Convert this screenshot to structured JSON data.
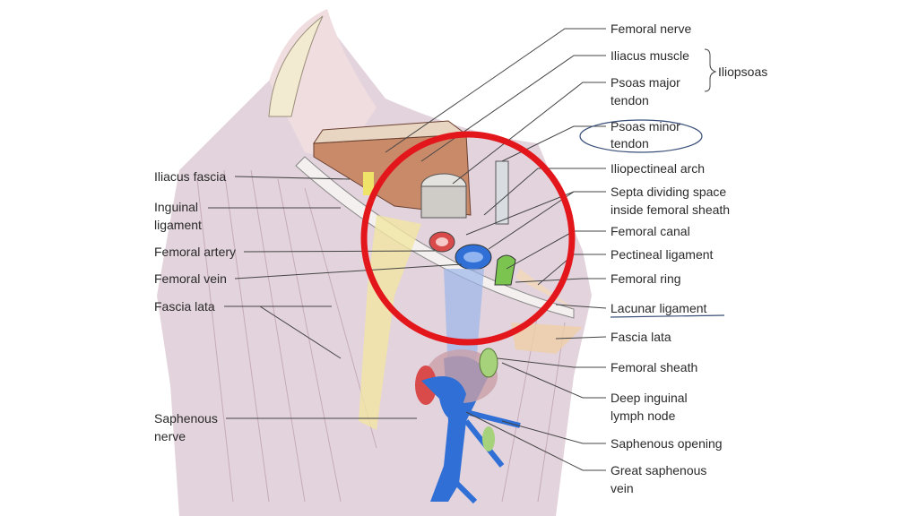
{
  "left_labels": {
    "iliacus_fascia": "Iliacus fascia",
    "inguinal_ligament_1": "Inguinal",
    "inguinal_ligament_2": "ligament",
    "femoral_artery": "Femoral artery",
    "femoral_vein": "Femoral vein",
    "fascia_lata": "Fascia lata",
    "saphenous_nerve_1": "Saphenous",
    "saphenous_nerve_2": "nerve"
  },
  "right_labels": {
    "femoral_nerve": "Femoral nerve",
    "iliacus_muscle": "Iliacus muscle",
    "iliopsoas": "Iliopsoas",
    "psoas_major_1": "Psoas major",
    "psoas_major_2": "tendon",
    "psoas_minor_1": "Psoas minor",
    "psoas_minor_2": "tendon",
    "iliopectineal_arch": "Iliopectineal arch",
    "septa_1": "Septa dividing space",
    "septa_2": "inside femoral sheath",
    "femoral_canal": "Femoral canal",
    "pectineal_ligament": "Pectineal ligament",
    "femoral_ring": "Femoral ring",
    "lacunar_ligament": "Lacunar ligament",
    "fascia_lata": "Fascia lata",
    "femoral_sheath": "Femoral sheath",
    "deep_node_1": "Deep inguinal",
    "deep_node_2": "lymph node",
    "saphenous_opening": "Saphenous opening",
    "great_saphenous_1": "Great saphenous",
    "great_saphenous_2": "vein"
  },
  "colors": {
    "annotation_red": "#e3161c",
    "artery": "#d94a4a",
    "vein": "#2f6fd6",
    "muscle": "#c98a6a",
    "fascia": "#d9c3cf"
  }
}
